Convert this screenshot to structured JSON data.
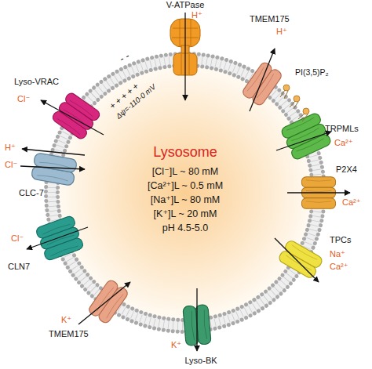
{
  "diagram": {
    "nodes": [
      {
        "text": [
          "Lysosome",
          "[Cl⁻]L ~ 80 mM",
          "[Ca²⁺]L ~ 0.5 mM",
          "[Na⁺]L ~ 80 mM",
          "[K⁺]L ~ 20 mM",
          "pH 4.5-5.0"
        ]
      },
      {
        "text": [
          "V-ATPase",
          "H⁺"
        ]
      },
      {
        "text": [
          "TMEM175",
          "H⁺"
        ]
      },
      {
        "text": [
          "TRPMLs",
          "Ca²⁺"
        ]
      },
      {
        "text": [
          "P2X4",
          "Ca²⁺"
        ]
      },
      {
        "text": [
          "TPCs",
          "Na⁺",
          "Ca²⁺"
        ]
      },
      {
        "text": [
          "Lyso-BK",
          "K⁺"
        ]
      },
      {
        "text": [
          "K⁺",
          "TMEM175"
        ]
      },
      {
        "text": [
          "Cl⁻",
          "CLN7"
        ]
      },
      {
        "text": [
          "H⁺",
          "Cl⁻",
          "CLC-7"
        ]
      },
      {
        "text": [
          "Lyso-VRAC",
          "Cl⁻"
        ]
      }
    ],
    "labels": [
      "PI(3,5)P₂",
      "+ + + + +",
      "Δψ=-110-0 mV",
      "- -"
    ]
  }
}
